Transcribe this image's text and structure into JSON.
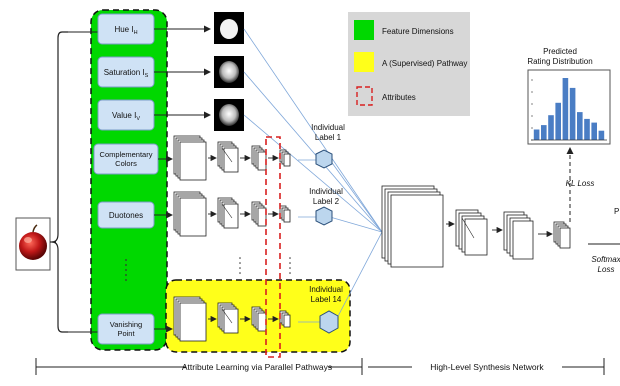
{
  "features": [
    {
      "main": "Hue I",
      "sub": "H"
    },
    {
      "main": "Saturation I",
      "sub": "S"
    },
    {
      "main": "Value I",
      "sub": "V"
    },
    {
      "main": "Complementary Colors",
      "sub": ""
    },
    {
      "main": "Duotones",
      "sub": ""
    },
    {
      "main": "Vanishing Point",
      "sub": ""
    }
  ],
  "individual_labels": [
    "Individual Label 1",
    "Individual Label 2",
    "Individual Label 14"
  ],
  "legend": {
    "feature": "Feature Dimensions",
    "pathway": "A (Supervised) Pathway",
    "attributes": "Attributes"
  },
  "predicted": "Predicted Rating Distribution",
  "histogram": [
    0.17,
    0.24,
    0.4,
    0.6,
    1.0,
    0.84,
    0.45,
    0.34,
    0.28,
    0.15
  ],
  "kl_loss": "KL Loss",
  "softmax_loss": "Softmax Loss",
  "p_label": "P",
  "section_left": "Attribute Learning via Parallel Pathways",
  "section_right": "High-Level  Synthesis Network",
  "colors": {
    "green": "#00d800",
    "yellow": "#ffff1a",
    "red": "#d92020",
    "box_blue": "#cfe2f5",
    "hex": "#bcd6ee",
    "line_blue": "#7fa7d9",
    "legend_bg": "#d7d7d7",
    "bar_blue": "#4a7dc4"
  }
}
